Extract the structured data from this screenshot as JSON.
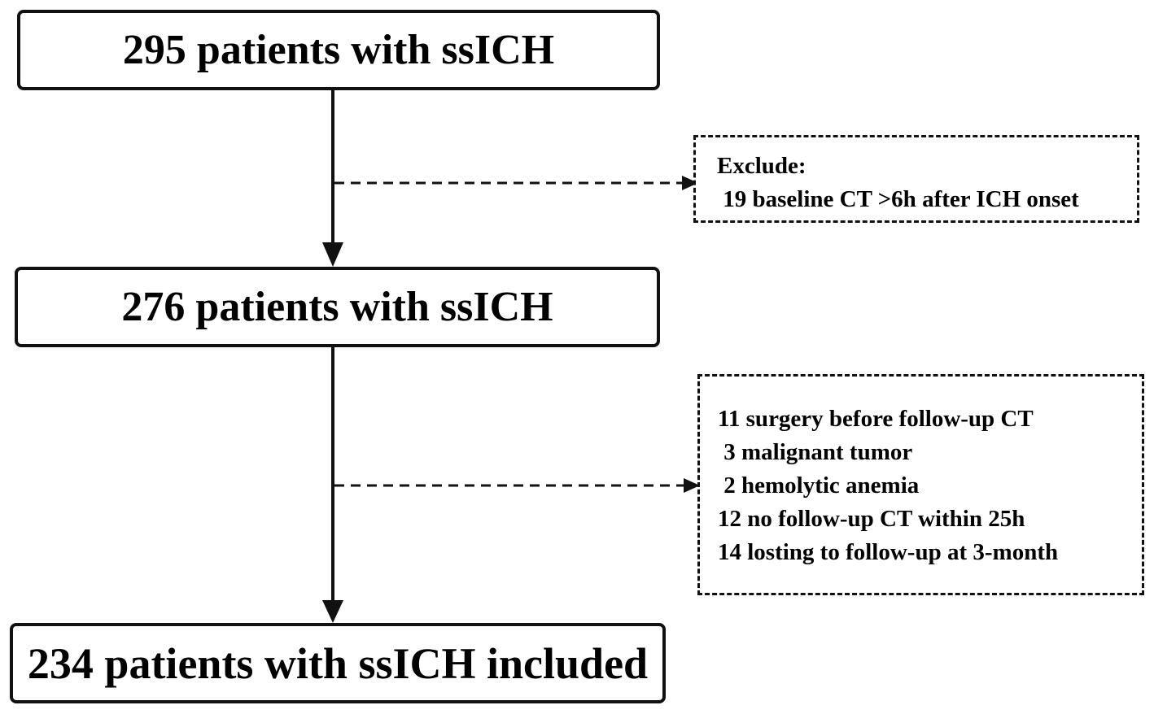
{
  "boxes": {
    "step1": "295 patients with ssICH",
    "step2": "276 patients with ssICH",
    "step3": "234 patients with ssICH included"
  },
  "exclusion1": {
    "heading": "Exclude:",
    "items": [
      " 19 baseline CT >6h after ICH onset"
    ]
  },
  "exclusion2": {
    "items": [
      "11 surgery before follow-up CT",
      " 3 malignant tumor",
      " 2 hemolytic anemia",
      "12 no follow-up CT within 25h",
      "14 losting to follow-up at 3-month"
    ]
  },
  "colors": {
    "line": "#111111",
    "background": "#ffffff"
  }
}
